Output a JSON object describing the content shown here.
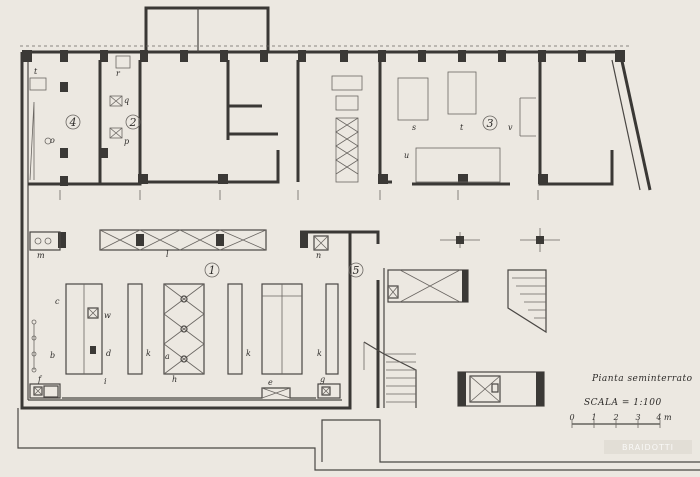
{
  "drawing": {
    "title": "Pianta seminterrato",
    "scale_label": "SCALA = 1:100",
    "scale_ticks": [
      "0",
      "1",
      "2",
      "3",
      "4 m"
    ],
    "watermark": "BRAIDOTTI"
  },
  "rooms": [
    "1",
    "2",
    "3",
    "4",
    "5"
  ],
  "letters": [
    "a",
    "b",
    "c",
    "d",
    "e",
    "f",
    "g",
    "h",
    "i",
    "k",
    "k",
    "k",
    "l",
    "m",
    "n",
    "o",
    "p",
    "q",
    "r",
    "s",
    "t",
    "t",
    "u",
    "v",
    "w"
  ],
  "colors": {
    "paper": "#ece8e1",
    "ink": "#3a3835"
  }
}
